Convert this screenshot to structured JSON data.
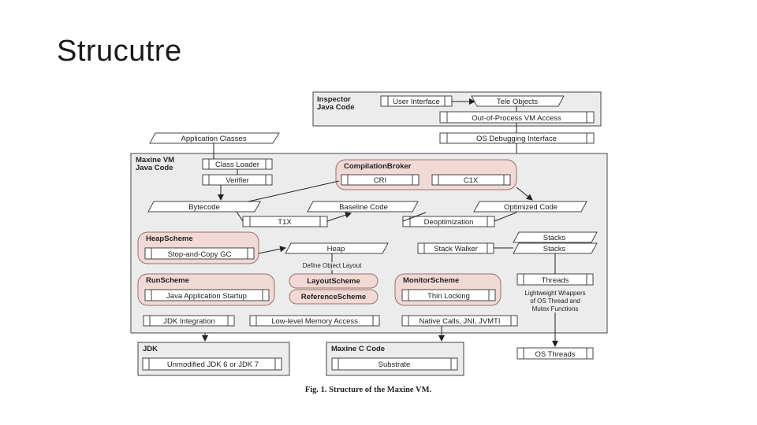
{
  "slide": {
    "title": "Strucutre"
  },
  "diagram": {
    "inspector": {
      "title_line1": "Inspector",
      "title_line2": "Java Code",
      "user_interface": "User Interface",
      "tele_objects": "Tele Objects",
      "out_of_process": "Out-of-Process VM Access",
      "os_debugging": "OS Debugging Interface"
    },
    "application_classes": "Application Classes",
    "maxine_vm": {
      "title_line1": "Maxine VM",
      "title_line2": "Java Code",
      "class_loader": "Class Loader",
      "verifier": "Verifier"
    },
    "compilation_broker": {
      "title": "CompilationBroker",
      "cri": "CRI",
      "c1x": "C1X"
    },
    "bytecode": "Bytecode",
    "baseline_code": "Baseline Code",
    "optimized_code": "Optimized Code",
    "t1x": "T1X",
    "deoptimization": "Deoptimization",
    "heap_scheme": {
      "title": "HeapScheme",
      "gc": "Stop-and-Copy GC"
    },
    "heap": "Heap",
    "define_object_layout": "Define Object Layout",
    "stacks_top": "Stacks",
    "stacks": "Stacks",
    "stack_walker": "Stack Walker",
    "run_scheme": {
      "title": "RunScheme",
      "startup": "Java Application Startup"
    },
    "layout_scheme": "LayoutScheme",
    "reference_scheme": "ReferenceScheme",
    "monitor_scheme": {
      "title": "MonitorScheme",
      "thin_locking": "Thin Locking"
    },
    "threads": "Threads",
    "wrappers_note": [
      "Lightweight Wrappers",
      "of OS Thread and",
      "Mutex Functions"
    ],
    "jdk_integration": "JDK Integration",
    "low_level_memory": "Low-level Memory Access",
    "native_calls": "Native Calls, JNI, JVMTI",
    "jdk": {
      "title": "JDK",
      "unmodified": "Unmodified JDK 6 or JDK 7"
    },
    "maxine_c": {
      "title": "Maxine C Code",
      "substrate": "Substrate"
    },
    "os_threads": "OS Threads",
    "caption": "Fig. 1.   Structure of the Maxine VM."
  },
  "colors": {
    "scheme_fill": "#f1d9d6",
    "scheme_stroke": "#9a6f6a",
    "container_fill": "#ececec",
    "box_stroke": "#444444"
  }
}
